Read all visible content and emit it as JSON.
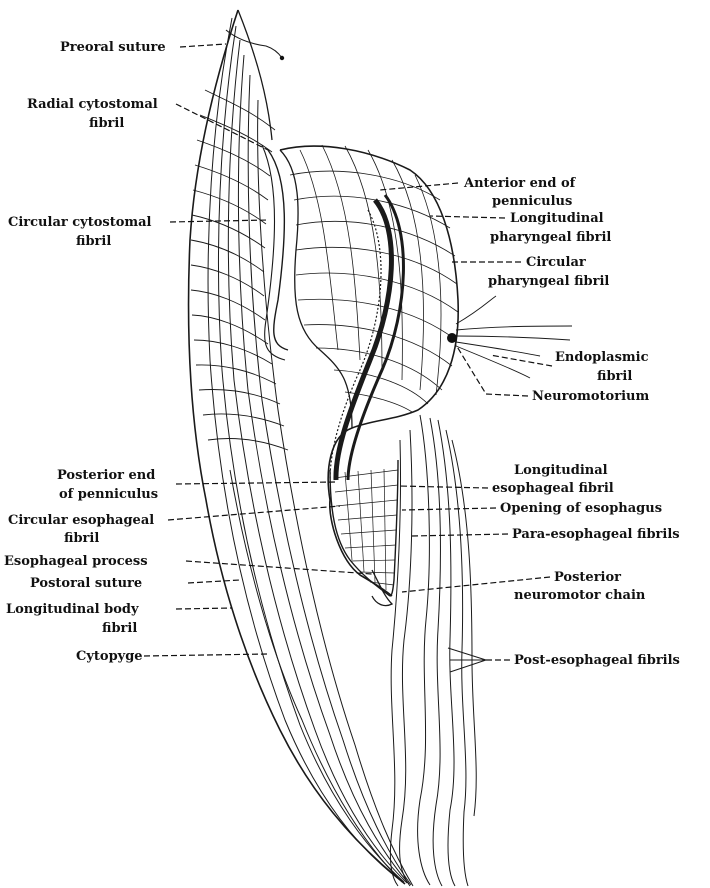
{
  "labels": {
    "preoral_suture": "Preoral suture",
    "radial_cytostomal_fibril_1": "Radial cytostomal",
    "radial_cytostomal_fibril_2": "fibril",
    "circular_cytostomal_fibril_1": "Circular cytostomal",
    "circular_cytostomal_fibril_2": "fibril",
    "anterior_end_of_penniculus_1": "Anterior end of",
    "anterior_end_of_penniculus_2": "penniculus",
    "longitudinal_pharyngeal_fibril_1": "Longitudinal",
    "longitudinal_pharyngeal_fibril_2": "pharyngeal fibril",
    "circular_pharyngeal_fibril_1": "Circular",
    "circular_pharyngeal_fibril_2": "pharyngeal fibril",
    "endoplasmic_fibril_1": "Endoplasmic",
    "endoplasmic_fibril_2": "fibril",
    "neuromotorium": "Neuromotorium",
    "longitudinal_esophageal_fibril_1": "Longitudinal",
    "longitudinal_esophageal_fibril_2": "esophageal fibril",
    "opening_of_esophagus": "Opening of esophagus",
    "para_esophageal_fibrils": "Para-esophageal fibrils",
    "posterior_neuromotor_chain_1": "Posterior",
    "posterior_neuromotor_chain_2": "neuromotor chain",
    "post_esophageal_fibrils": "Post-esophageal fibrils",
    "posterior_end_of_penniculus_1": "Posterior end",
    "posterior_end_of_penniculus_2": "of penniculus",
    "circular_esophageal_fibril_1": "Circular esophageal",
    "circular_esophageal_fibril_2": "fibril",
    "esophageal_process": "Esophageal process",
    "postoral_suture": "Postoral suture",
    "longitudinal_body_fibril_1": "Longitudinal body",
    "longitudinal_body_fibril_2": "fibril",
    "cytopyge": "Cytopyge"
  }
}
